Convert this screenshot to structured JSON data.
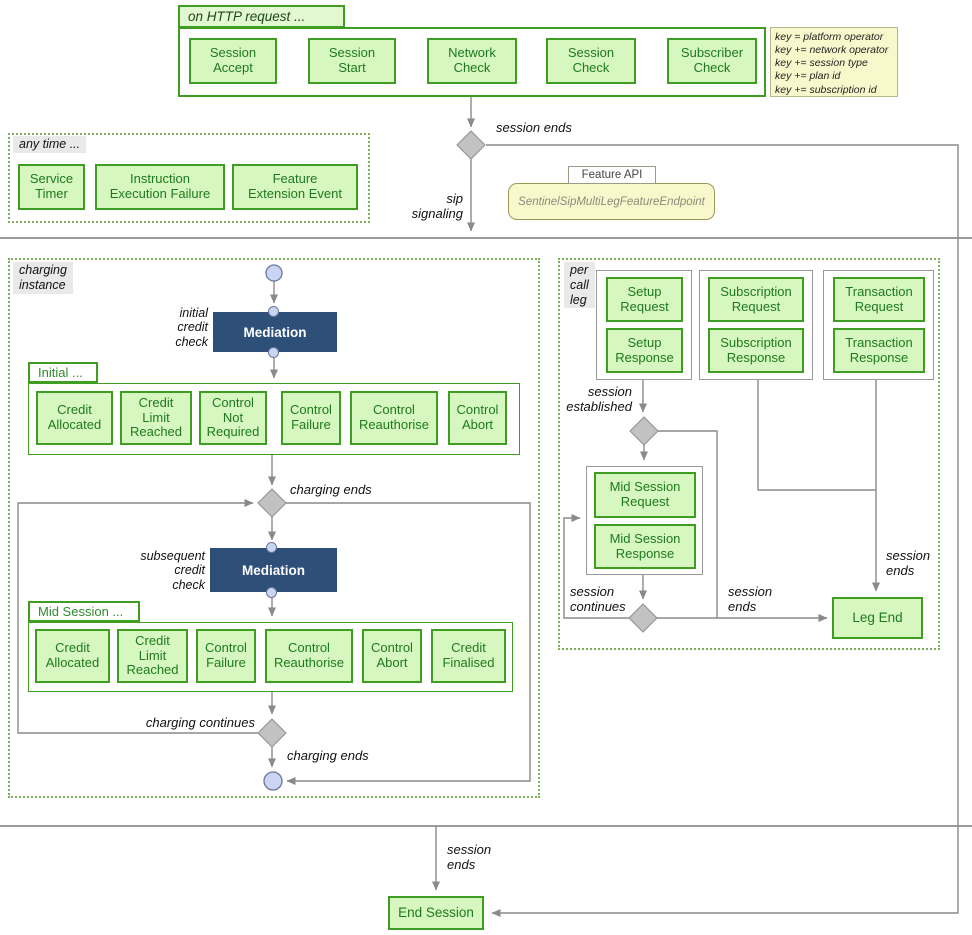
{
  "palette": {
    "node_fill": "#d6f7bf",
    "node_border": "#3f9e22",
    "node_text": "#1e7a1e",
    "dotted_border": "#7db05a",
    "navy": "#2d4f78",
    "yellow_fill": "#f8f8cc",
    "line_gray": "#8a8a8a",
    "diamond_fill": "#c2c2c2",
    "circle_fill": "#ccd4f4"
  },
  "http": {
    "label": "on HTTP request ...",
    "steps": [
      "Session\nAccept",
      "Session\nStart",
      "Network\nCheck",
      "Session\nCheck",
      "Subscriber\nCheck"
    ],
    "keys": "key = platform operator\nkey += network operator\nkey += session type\nkey += plan id\nkey += subscription id"
  },
  "any_time": {
    "label": "any time ...",
    "events": [
      "Service\nTimer",
      "Instruction\nExecution Failure",
      "Feature\nExtension Event"
    ]
  },
  "session": {
    "session_ends": "session ends",
    "sip_signaling": "sip\nsignaling"
  },
  "feature_api": {
    "title": "Feature API",
    "endpoint": "SentinelSipMultiLegFeatureEndpoint"
  },
  "charging": {
    "label": "charging\ninstance",
    "initial_credit_check": "initial\ncredit\ncheck",
    "mediation": "Mediation",
    "initial_label": "Initial ...",
    "initial_items": [
      "Credit\nAllocated",
      "Credit\nLimit\nReached",
      "Control\nNot\nRequired",
      "Control\nFailure",
      "Control\nReauthorise",
      "Control\nAbort"
    ],
    "charging_ends_top": "charging ends",
    "subsequent_credit_check": "subsequent\ncredit\ncheck",
    "mediation2": "Mediation",
    "mid_label": "Mid Session ...",
    "mid_items": [
      "Credit\nAllocated",
      "Credit\nLimit\nReached",
      "Control\nFailure",
      "Control\nReauthorise",
      "Control\nAbort",
      "Credit\nFinalised"
    ],
    "charging_continues": "charging continues",
    "charging_ends_bottom": "charging ends"
  },
  "per_call_leg": {
    "label": "per\ncall\nleg",
    "setup": [
      "Setup\nRequest",
      "Setup\nResponse"
    ],
    "subscription": [
      "Subscription\nRequest",
      "Subscription\nResponse"
    ],
    "transaction": [
      "Transaction\nRequest",
      "Transaction\nResponse"
    ],
    "session_established": "session\nestablished",
    "mid_session": [
      "Mid Session\nRequest",
      "Mid Session\nResponse"
    ],
    "session_continues": "session\ncontinues",
    "session_ends_mid": "session\nends",
    "session_ends_right": "session\nends",
    "leg_end": "Leg End"
  },
  "footer": {
    "session_ends": "session\nends",
    "end_session": "End Session"
  }
}
